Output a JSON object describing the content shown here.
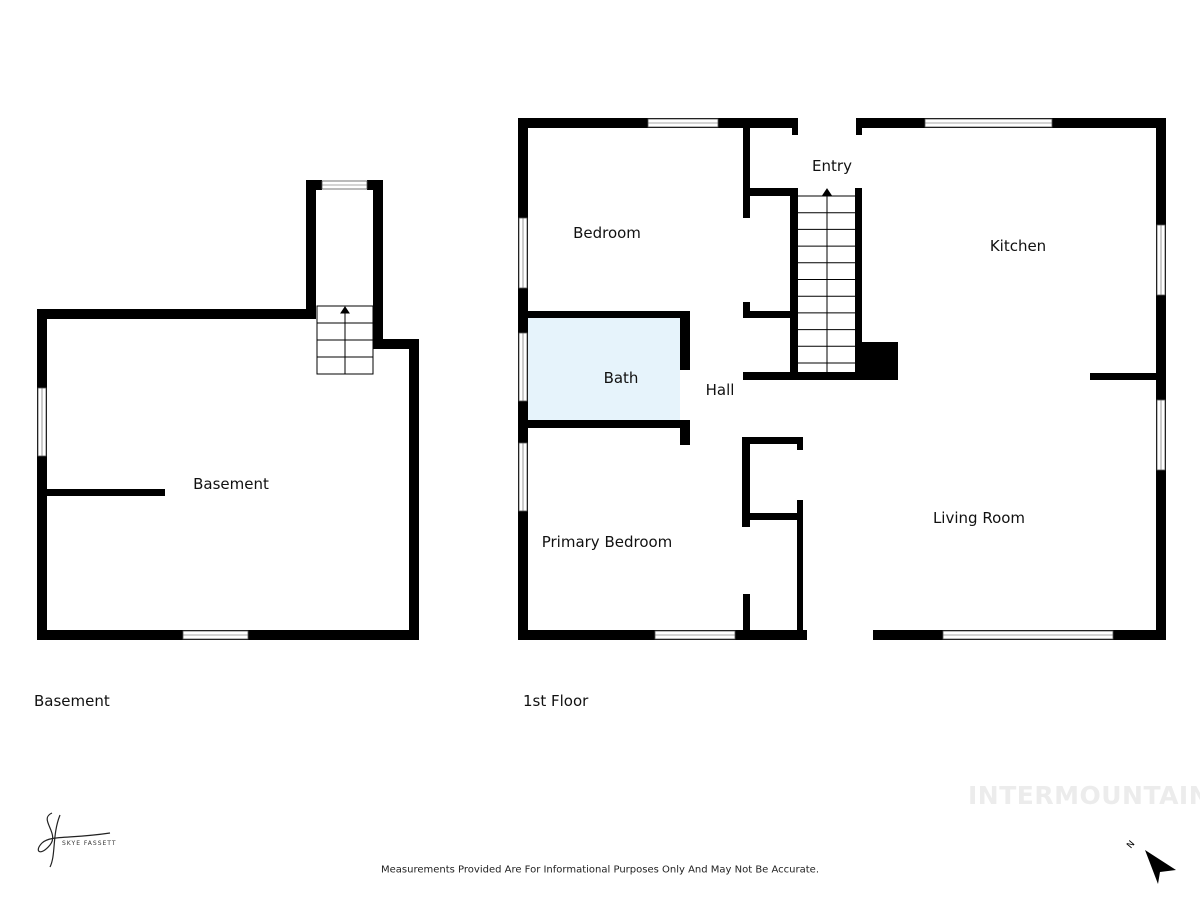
{
  "floors": [
    {
      "caption": "Basement",
      "rooms": [
        {
          "label": "Basement"
        }
      ]
    },
    {
      "caption": "1st Floor",
      "rooms": [
        {
          "label": "Entry"
        },
        {
          "label": "Bedroom"
        },
        {
          "label": "Kitchen"
        },
        {
          "label": "Bath"
        },
        {
          "label": "Hall"
        },
        {
          "label": "Primary Bedroom"
        },
        {
          "label": "Living Room"
        }
      ]
    }
  ],
  "disclaimer": "Measurements Provided Are For Informational Purposes Only And May Not Be Accurate.",
  "watermark": "INTERMOUNTAIN",
  "logo": {
    "text": "SKYE FASSETT"
  },
  "compass": {
    "label": "N"
  },
  "colors": {
    "wall": "#000000",
    "bath_fill": "#e6f3fb",
    "window": "#ffffff"
  }
}
